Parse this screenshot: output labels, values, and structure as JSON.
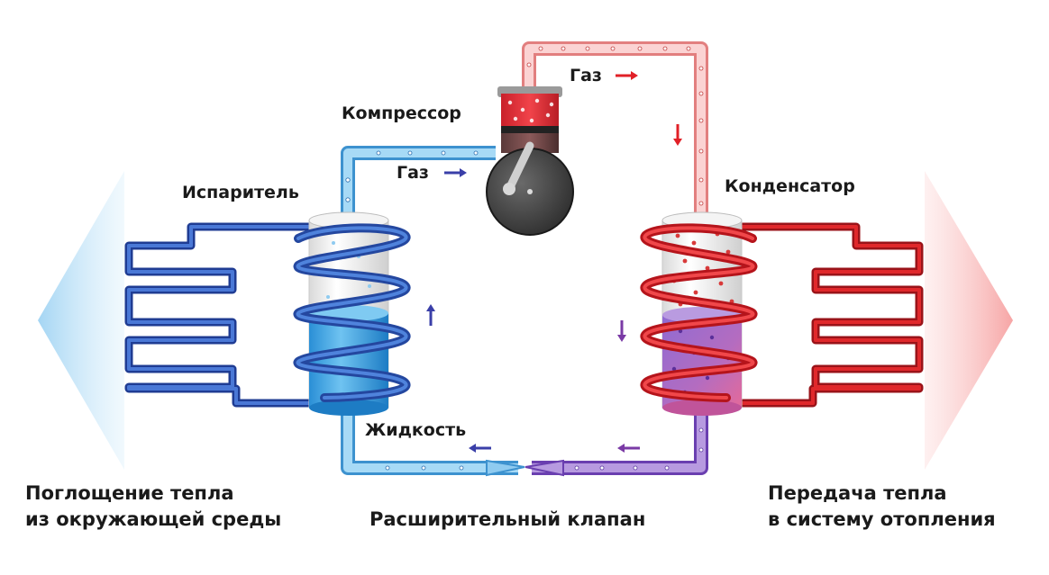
{
  "labels": {
    "compressor": "Компрессор",
    "evaporator": "Испаритель",
    "condenser": "Конденсатор",
    "gas_top": "Газ",
    "gas_left": "Газ",
    "liquid": "Жидкость",
    "valve": "Расширительный клапан",
    "absorb_line1": "Поглощение тепла",
    "absorb_line2": "из окружающей среды",
    "transfer_line1": "Передача тепла",
    "transfer_line2": "в систему отопления"
  },
  "colors": {
    "cold_pipe": "#6fb6e6",
    "cold_coil": "#2f5fbf",
    "hot_pipe": "#f2a0a0",
    "hot_coil": "#e0282b",
    "dark_red_coil": "#a8161c",
    "mixed_liquid": "#8a5cc4",
    "arrow_blue": "#3a3fa8",
    "arrow_red": "#e12027",
    "arrow_purple": "#7a3aa5"
  }
}
